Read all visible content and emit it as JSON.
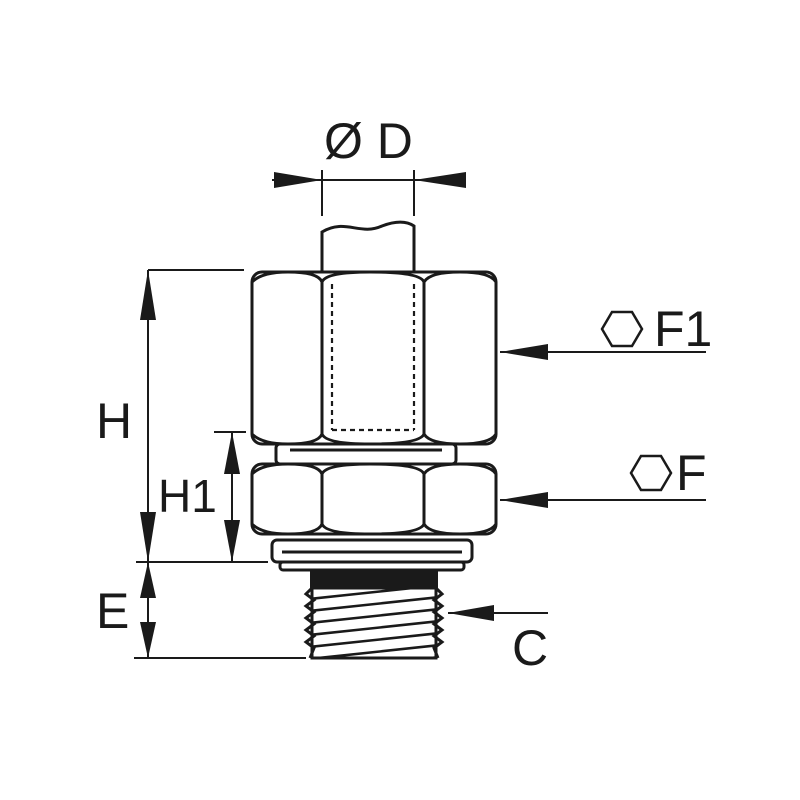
{
  "labels": {
    "diameter": "Ø D",
    "height": "H",
    "height_1": "H1",
    "thread_length": "E",
    "thread": "C",
    "hex_upper": "F1",
    "hex_lower": "F"
  },
  "colors": {
    "line": "#1a1a1a",
    "background": "#ffffff"
  }
}
